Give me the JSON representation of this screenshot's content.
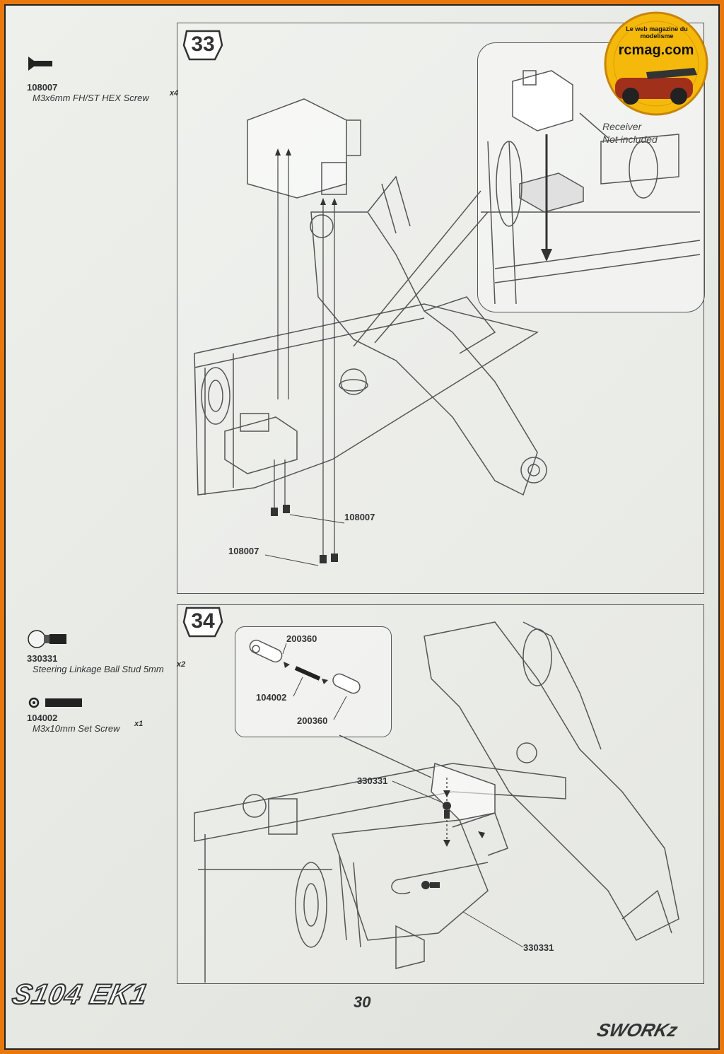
{
  "steps": [
    {
      "number": "33",
      "parts": [
        {
          "code": "108007",
          "description": "M3x6mm FH/ST HEX Screw",
          "quantity": "x4"
        }
      ],
      "callouts": [
        "108007",
        "108007"
      ],
      "inset_note": [
        "Receiver",
        "Not included"
      ]
    },
    {
      "number": "34",
      "parts": [
        {
          "code": "330331",
          "description": "Steering Linkage Ball Stud 5mm",
          "quantity": "x2"
        },
        {
          "code": "104002",
          "description": "M3x10mm Set Screw",
          "quantity": "x1"
        }
      ],
      "callouts": [
        "200360",
        "104002",
        "200360",
        "330331",
        "330331"
      ]
    }
  ],
  "page_number": "30",
  "footer": {
    "model_logo": "S104 EK1",
    "brand_logo": "SWORKz"
  },
  "watermark": {
    "site": "rcmag.com",
    "tagline": "Le web magazine du modelisme"
  },
  "colors": {
    "frame": "#e8780e",
    "line": "#555555",
    "paper": "#e9ebe6"
  }
}
